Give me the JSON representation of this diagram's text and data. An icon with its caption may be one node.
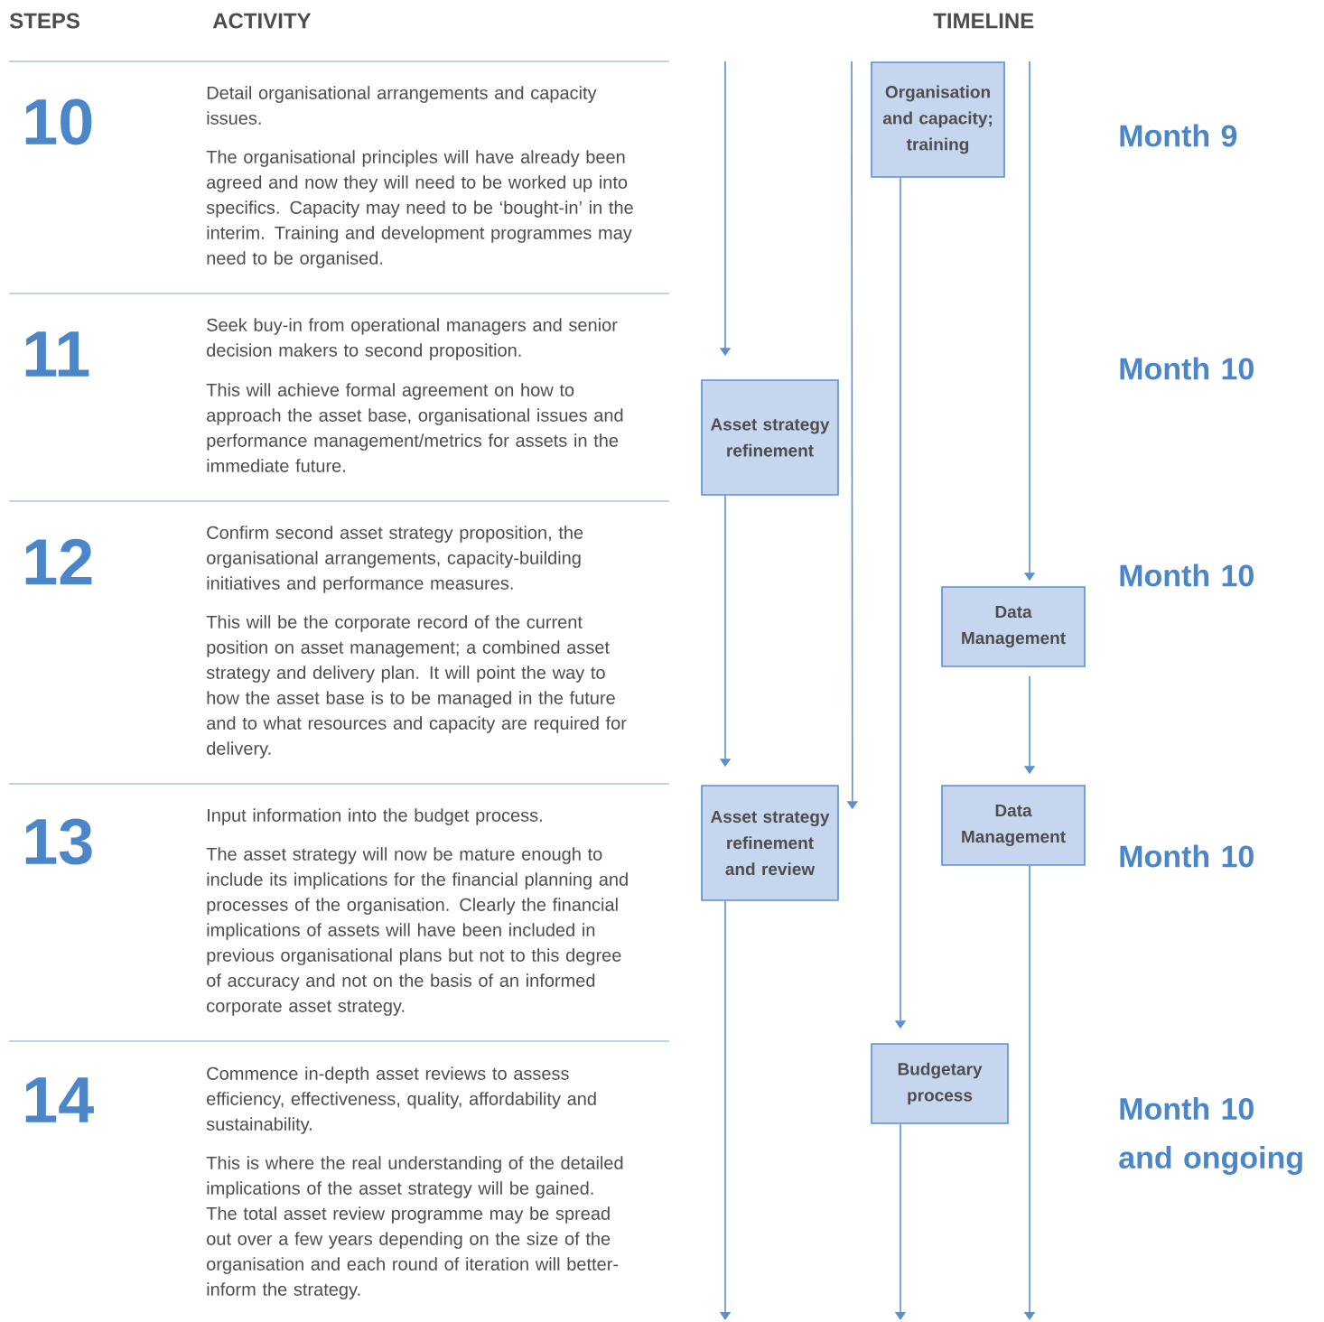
{
  "diagram": {
    "nodes": [
      {
        "text": [
          "Organisation and capacity; training"
        ]
      },
      {
        "text": [
          "Asset strategy refinement"
        ]
      },
      {
        "text": [
          "Data Management"
        ]
      },
      {
        "text": [
          "Asset strategy refinement and review"
        ]
      },
      {
        "text": [
          "Data Management"
        ]
      },
      {
        "text": [
          "Budgetary process"
        ]
      }
    ],
    "edges": [
      {
        "from": null,
        "to": 1,
        "arrow": "to"
      },
      {
        "from": 1,
        "to": 3,
        "arrow": "to"
      },
      {
        "from": 3,
        "to": null,
        "arrow": "to"
      },
      {
        "from": null,
        "to": 3,
        "arrow": "to"
      },
      {
        "from": 0,
        "to": 5,
        "arrow": "to"
      },
      {
        "from": 5,
        "to": null,
        "arrow": "to"
      },
      {
        "from": null,
        "to": 2,
        "arrow": "to"
      },
      {
        "from": 2,
        "to": 4,
        "arrow": "to"
      },
      {
        "from": 4,
        "to": null,
        "arrow": "to"
      }
    ],
    "labels": [
      "STEPS",
      "ACTIVITY",
      "TIMELINE",
      "10",
      "Detail organisational arrangements and capacity issues.",
      "The organisational principles will have already been agreed and now they will need to be worked up into specifics. Capacity may need to be ‘bought-in’ in the interim. Training and development programmes may need to be organised.",
      "Month 9",
      "11",
      "Seek buy-in from operational managers and senior decision makers to second proposition.",
      "This will achieve formal agreement on how to approach the asset base, organisational issues and performance management/metrics for assets in the immediate future.",
      "Month 10",
      "12",
      "Confirm second asset strategy proposition, the organisational arrangements, capacity-building initiatives and performance measures.",
      "This will be the corporate record of the current position on asset management; a combined asset strategy and delivery plan. It will point the way to how the asset base is to be managed in the future and to what resources and capacity are required for delivery.",
      "Month 10",
      "13",
      "Input information into the budget process.",
      "The asset strategy will now be mature enough to include its implications for the financial planning and processes of the organisation. Clearly the financial implications of assets will have been included in previous organisational plans but not to this degree of accuracy and not on the basis of an informed corporate asset strategy.",
      "Month 10",
      "14",
      "Commence in-depth asset reviews to assess efficiency, effectiveness, quality, affordability and sustainability.",
      "This is where the real understanding of the detailed implications of the asset strategy will be gained. The total asset review programme may be spread out over a few years depending on the size of the organisation and each round of iteration will better-inform the strategy.",
      "Month 10 and ongoing"
    ]
  }
}
